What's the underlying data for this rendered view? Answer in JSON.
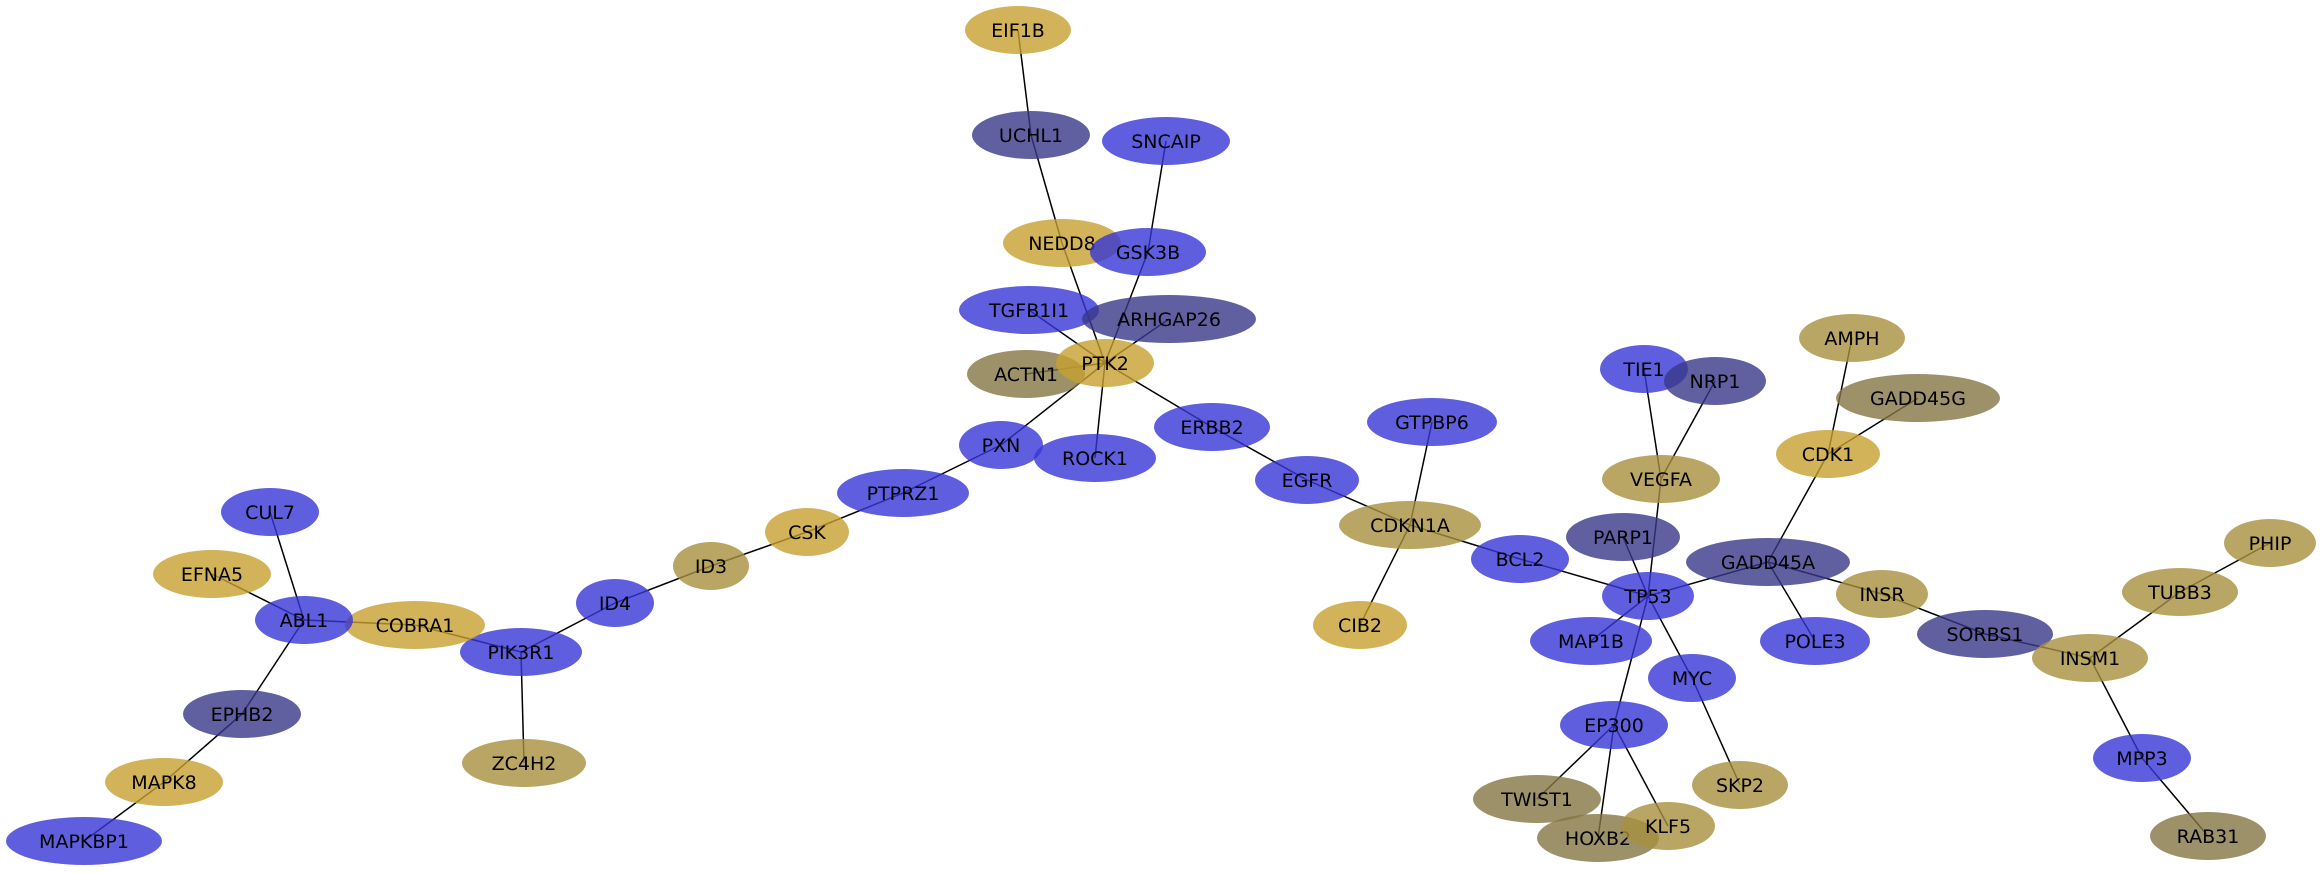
{
  "colors": {
    "blue": "#3636d6",
    "navy": "#38388a",
    "gold": "#c7a030",
    "khaki": "#a8903f",
    "olive": "#857645",
    "edge": "#000000"
  },
  "nodes": [
    {
      "id": "EIF1B",
      "color": "gold"
    },
    {
      "id": "UCHL1",
      "color": "navy"
    },
    {
      "id": "SNCAIP",
      "color": "blue"
    },
    {
      "id": "NEDD8",
      "color": "gold"
    },
    {
      "id": "GSK3B",
      "color": "blue"
    },
    {
      "id": "TGFB1I1",
      "color": "blue"
    },
    {
      "id": "ARHGAP26",
      "color": "navy"
    },
    {
      "id": "ACTN1",
      "color": "olive"
    },
    {
      "id": "PTK2",
      "color": "gold"
    },
    {
      "id": "ERBB2",
      "color": "blue"
    },
    {
      "id": "PXN",
      "color": "blue"
    },
    {
      "id": "ROCK1",
      "color": "blue"
    },
    {
      "id": "PTPRZ1",
      "color": "blue"
    },
    {
      "id": "EGFR",
      "color": "blue"
    },
    {
      "id": "GTPBP6",
      "color": "blue"
    },
    {
      "id": "CDKN1A",
      "color": "khaki"
    },
    {
      "id": "CIB2",
      "color": "gold"
    },
    {
      "id": "CSK",
      "color": "gold"
    },
    {
      "id": "ID3",
      "color": "khaki"
    },
    {
      "id": "ID4",
      "color": "blue"
    },
    {
      "id": "PIK3R1",
      "color": "blue"
    },
    {
      "id": "ZC4H2",
      "color": "khaki"
    },
    {
      "id": "COBRA1",
      "color": "gold"
    },
    {
      "id": "ABL1",
      "color": "blue"
    },
    {
      "id": "CUL7",
      "color": "blue"
    },
    {
      "id": "EFNA5",
      "color": "gold"
    },
    {
      "id": "EPHB2",
      "color": "navy"
    },
    {
      "id": "MAPK8",
      "color": "gold"
    },
    {
      "id": "MAPKBP1",
      "color": "blue"
    },
    {
      "id": "BCL2",
      "color": "blue"
    },
    {
      "id": "TIE1",
      "color": "blue"
    },
    {
      "id": "NRP1",
      "color": "navy"
    },
    {
      "id": "VEGFA",
      "color": "khaki"
    },
    {
      "id": "PARP1",
      "color": "navy"
    },
    {
      "id": "TP53",
      "color": "blue"
    },
    {
      "id": "MAP1B",
      "color": "blue"
    },
    {
      "id": "MYC",
      "color": "blue"
    },
    {
      "id": "SKP2",
      "color": "khaki"
    },
    {
      "id": "EP300",
      "color": "blue"
    },
    {
      "id": "TWIST1",
      "color": "olive"
    },
    {
      "id": "HOXB2",
      "color": "olive"
    },
    {
      "id": "KLF5",
      "color": "khaki"
    },
    {
      "id": "GADD45A",
      "color": "navy"
    },
    {
      "id": "POLE3",
      "color": "blue"
    },
    {
      "id": "CDK1",
      "color": "gold"
    },
    {
      "id": "AMPH",
      "color": "khaki"
    },
    {
      "id": "GADD45G",
      "color": "olive"
    },
    {
      "id": "INSR",
      "color": "khaki"
    },
    {
      "id": "SORBS1",
      "color": "navy"
    },
    {
      "id": "INSM1",
      "color": "khaki"
    },
    {
      "id": "TUBB3",
      "color": "khaki"
    },
    {
      "id": "PHIP",
      "color": "khaki"
    },
    {
      "id": "MPP3",
      "color": "blue"
    },
    {
      "id": "RAB31",
      "color": "olive"
    }
  ],
  "edges": [
    [
      "EIF1B",
      "UCHL1"
    ],
    [
      "UCHL1",
      "NEDD8"
    ],
    [
      "SNCAIP",
      "GSK3B"
    ],
    [
      "NEDD8",
      "PTK2"
    ],
    [
      "GSK3B",
      "PTK2"
    ],
    [
      "TGFB1I1",
      "PTK2"
    ],
    [
      "ARHGAP26",
      "PTK2"
    ],
    [
      "ACTN1",
      "PTK2"
    ],
    [
      "PTK2",
      "ERBB2"
    ],
    [
      "PTK2",
      "PXN"
    ],
    [
      "PTK2",
      "ROCK1"
    ],
    [
      "ERBB2",
      "EGFR"
    ],
    [
      "PXN",
      "PTPRZ1"
    ],
    [
      "PTPRZ1",
      "CSK"
    ],
    [
      "CSK",
      "ID3"
    ],
    [
      "ID3",
      "ID4"
    ],
    [
      "ID4",
      "PIK3R1"
    ],
    [
      "PIK3R1",
      "ZC4H2"
    ],
    [
      "PIK3R1",
      "COBRA1"
    ],
    [
      "COBRA1",
      "ABL1"
    ],
    [
      "CUL7",
      "ABL1"
    ],
    [
      "EFNA5",
      "ABL1"
    ],
    [
      "ABL1",
      "EPHB2"
    ],
    [
      "EPHB2",
      "MAPK8"
    ],
    [
      "MAPK8",
      "MAPKBP1"
    ],
    [
      "EGFR",
      "CDKN1A"
    ],
    [
      "GTPBP6",
      "CDKN1A"
    ],
    [
      "CDKN1A",
      "CIB2"
    ],
    [
      "CDKN1A",
      "BCL2"
    ],
    [
      "BCL2",
      "TP53"
    ],
    [
      "TIE1",
      "VEGFA"
    ],
    [
      "NRP1",
      "VEGFA"
    ],
    [
      "VEGFA",
      "TP53"
    ],
    [
      "PARP1",
      "TP53"
    ],
    [
      "TP53",
      "MAP1B"
    ],
    [
      "TP53",
      "MYC"
    ],
    [
      "TP53",
      "EP300"
    ],
    [
      "TP53",
      "GADD45A"
    ],
    [
      "MYC",
      "SKP2"
    ],
    [
      "EP300",
      "TWIST1"
    ],
    [
      "EP300",
      "HOXB2"
    ],
    [
      "EP300",
      "KLF5"
    ],
    [
      "GADD45A",
      "POLE3"
    ],
    [
      "GADD45A",
      "CDK1"
    ],
    [
      "GADD45A",
      "INSR"
    ],
    [
      "CDK1",
      "AMPH"
    ],
    [
      "CDK1",
      "GADD45G"
    ],
    [
      "INSR",
      "SORBS1"
    ],
    [
      "SORBS1",
      "INSM1"
    ],
    [
      "INSM1",
      "TUBB3"
    ],
    [
      "TUBB3",
      "PHIP"
    ],
    [
      "INSM1",
      "MPP3"
    ],
    [
      "MPP3",
      "RAB31"
    ]
  ]
}
